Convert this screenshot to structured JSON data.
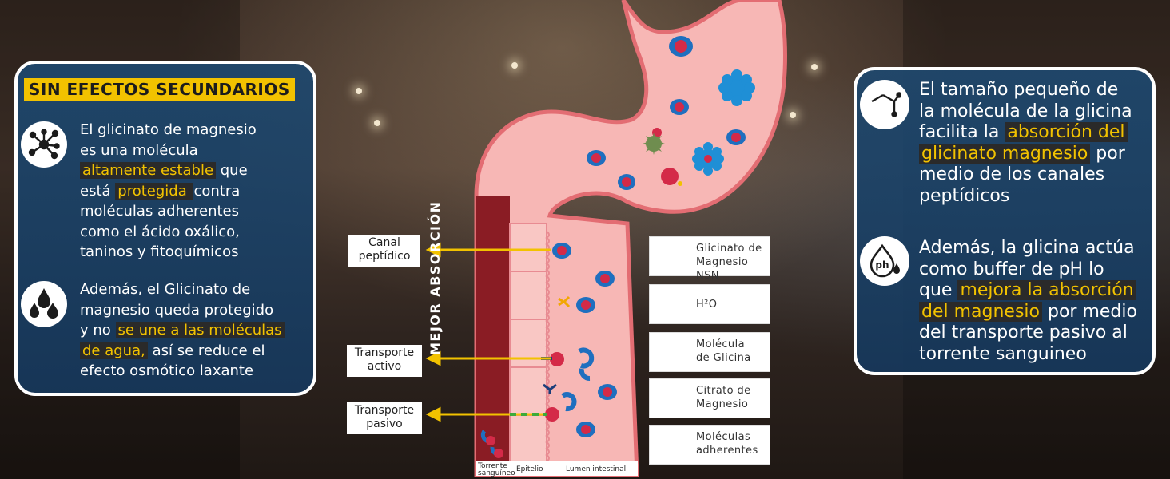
{
  "left_panel": {
    "title": "SIN EFECTOS SECUNDARIOS",
    "block1": {
      "icon": "molecule-network-icon",
      "line1": "El glicinato de magnesio",
      "line2": "es una molécula",
      "line3_hl": "altamente estable",
      "line3_rest": " que",
      "line4_pre": "está ",
      "line4_hl": "protegida ",
      "line4_rest": "contra",
      "line5": "moléculas adherentes",
      "line6": "como el ácido oxálico,",
      "line7": "taninos y fitoquímicos"
    },
    "block2": {
      "icon": "water-drops-icon",
      "line1": "Además, el Glicinato de",
      "line2": "magnesio queda protegido",
      "line3_pre": "y no ",
      "line3_hl": "se une a las moléculas",
      "line4_hl": "de agua,",
      "line4_rest": " así se reduce el",
      "line5": "efecto osmótico laxante"
    }
  },
  "right_panel": {
    "block1": {
      "icon": "molecule-structure-icon",
      "line1": "El  tamaño pequeño de",
      "line2": "la molécula de la glicina",
      "line3_pre": "facilita la ",
      "line3_hl": "absorción del",
      "line4_hl": "glicinato magnesio",
      "line4_rest": " por",
      "line5": "medio de los canales",
      "line6": "peptídicos"
    },
    "block2": {
      "icon": "ph-drop-icon",
      "icon_text": "ph",
      "line1": "Además, la glicina actúa",
      "line2": "como buffer de pH lo",
      "line3_pre": "que ",
      "line3_hl": "mejora la absorción",
      "line4_hl": "del magnesio",
      "line4_rest": " por medio",
      "line5": "del transporte pasivo al",
      "line6": "torrente sanguineo"
    }
  },
  "diagram": {
    "vertical_label": "MEJOR ABSORCIÓN",
    "labels": {
      "canal_1": "Canal",
      "canal_2": "peptídico",
      "activo_1": "Transporte",
      "activo_2": "activo",
      "pasivo_1": "Transporte",
      "pasivo_2": "pasivo"
    },
    "footer": {
      "torrente_1": "Torrente",
      "torrente_2": "sanguíneo",
      "epitelio": "Epitelio",
      "lumen": "Lumen intestinal"
    },
    "legend": [
      {
        "line1": "Glicinato de",
        "line2": "Magnesio NSN",
        "icon": "glicinato-icon"
      },
      {
        "line1": "H²O",
        "line2": "",
        "icon": "water-dot-icon"
      },
      {
        "line1": "Molécula",
        "line2": "de Glicina",
        "icon": "glycine-icon"
      },
      {
        "line1": "Citrato de",
        "line2": "Magnesio",
        "icon": "citrate-icon"
      },
      {
        "line1": "Moléculas",
        "line2": "adherentes",
        "icon": "adherent-icon"
      }
    ],
    "colors": {
      "stomach": "#f7b7b5",
      "stomach_stroke": "#e36d73",
      "blood": "#8a1c24",
      "blue": "#1f6fbf",
      "red": "#d42a48",
      "arrow": "#f2c200"
    }
  }
}
